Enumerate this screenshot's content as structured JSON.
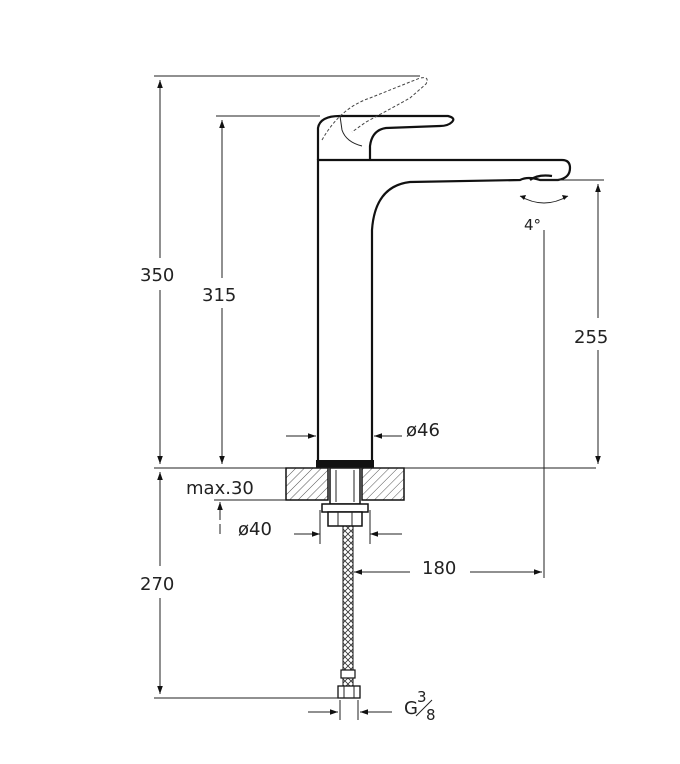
{
  "dimensions": {
    "total_height": "350",
    "handle_height": "315",
    "spout_height": "255",
    "below_deck": "270",
    "spout_reach": "180",
    "body_diameter": "ø46",
    "hole_diameter": "ø40",
    "max_deck": "max.30",
    "spout_angle": "4°",
    "connection_thread": "G",
    "connection_numerator": "3",
    "connection_denominator": "8"
  }
}
